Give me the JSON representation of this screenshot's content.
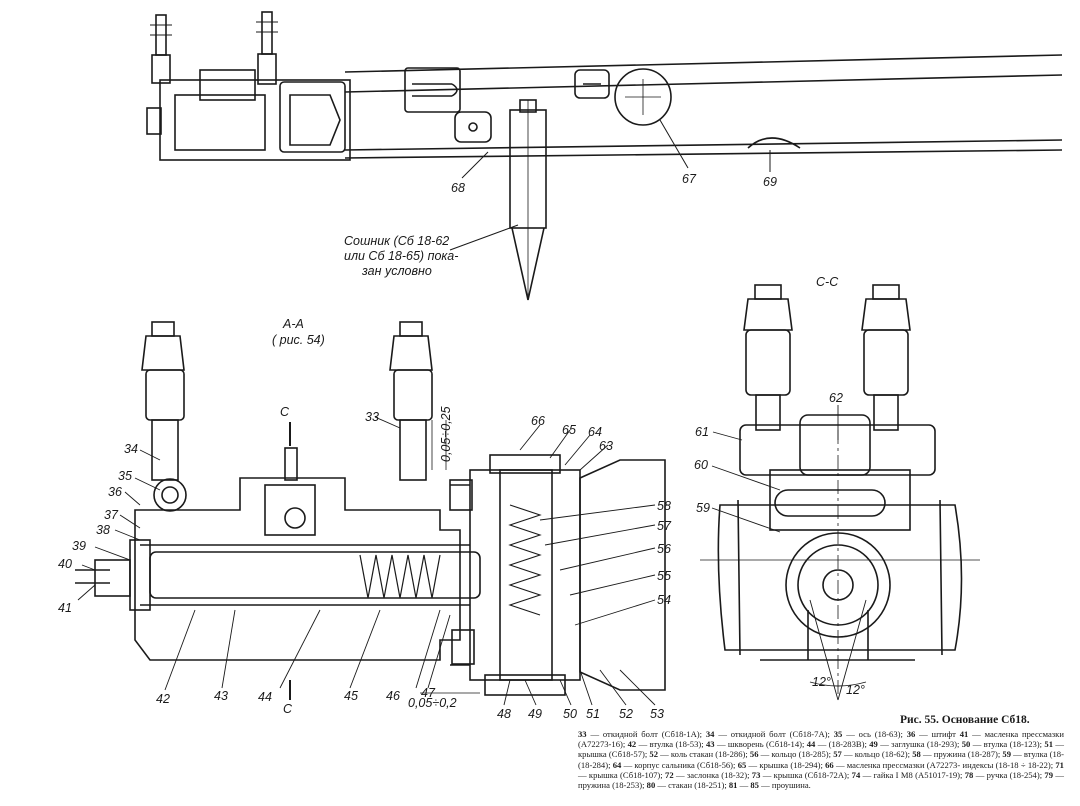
{
  "figure": {
    "caption": "Рис. 55. Основание Сб18.",
    "coulter_note": [
      "Сошник (Сб 18-62",
      "или Сб 18-65) пока-",
      "зан условно"
    ],
    "section_aa": [
      "А-А",
      "( рис. 54)"
    ],
    "section_cc": "С-С",
    "section_mark_top": "С",
    "section_mark_bottom": "С",
    "dim_vertical": "0,05÷0,25",
    "dim_horizontal": "0,05÷0,2",
    "angle_left": "12°",
    "angle_right": "12°"
  },
  "callouts": {
    "top": [
      "67",
      "68",
      "69"
    ],
    "main": [
      "33",
      "34",
      "35",
      "36",
      "37",
      "38",
      "39",
      "40",
      "41",
      "42",
      "43",
      "44",
      "45",
      "46",
      "47",
      "48",
      "49",
      "50",
      "51",
      "52",
      "53",
      "54",
      "55",
      "56",
      "57",
      "58",
      "63",
      "64",
      "65",
      "66"
    ],
    "side": [
      "59",
      "60",
      "61",
      "62"
    ]
  },
  "legend": [
    {
      "n": "33",
      "t": "— откидной болт (Сб18-1А);"
    },
    {
      "n": "34",
      "t": "— откидной болт (Сб18-7А);"
    },
    {
      "n": "35",
      "t": "— ось (18-63);"
    },
    {
      "n": "36",
      "t": "— штифт"
    },
    {
      "n": "41",
      "t": "— масленка прессмазки (А72273-16);"
    },
    {
      "n": "42",
      "t": "— втулка (18-53);"
    },
    {
      "n": "43",
      "t": "— шкворень (Сб18-14);"
    },
    {
      "n": "44",
      "t": "— (18-283В);"
    },
    {
      "n": "49",
      "t": "— заглушка (18-293);"
    },
    {
      "n": "50",
      "t": "— втулка (18-123);"
    },
    {
      "n": "51",
      "t": "— крышка (Сб18-57);"
    },
    {
      "n": "52",
      "t": "— коль"
    },
    {
      "n": "",
      "t": "стакан (18-286);"
    },
    {
      "n": "56",
      "t": "— кольцо (18-285);"
    },
    {
      "n": "57",
      "t": "— кольцо (18-62);"
    },
    {
      "n": "58",
      "t": "— пружина (18-287);"
    },
    {
      "n": "59",
      "t": "— втулка (18-"
    },
    {
      "n": "",
      "t": "(18-284);"
    },
    {
      "n": "64",
      "t": "— корпус сальника (Сб18-56);"
    },
    {
      "n": "65",
      "t": "— крышка (18-294);"
    },
    {
      "n": "66",
      "t": "— масленка прессмазки (А72273-"
    },
    {
      "n": "",
      "t": "индексы (18-18 ÷ 18-22);"
    },
    {
      "n": "71",
      "t": "— крышка (Сб18-107);"
    },
    {
      "n": "72",
      "t": "— заслонка (18-32);"
    },
    {
      "n": "73",
      "t": "— крышка (Сб18-72А);"
    },
    {
      "n": "74",
      "t": "—"
    },
    {
      "n": "",
      "t": "гайка I М8 (А51017-19);"
    },
    {
      "n": "78",
      "t": "— ручка (18-254);"
    },
    {
      "n": "79",
      "t": "— пружина (18-253);"
    },
    {
      "n": "80",
      "t": "— стакан (18-251);"
    },
    {
      "n": "81",
      "t": "—"
    },
    {
      "n": "85",
      "t": "— проушина."
    }
  ]
}
